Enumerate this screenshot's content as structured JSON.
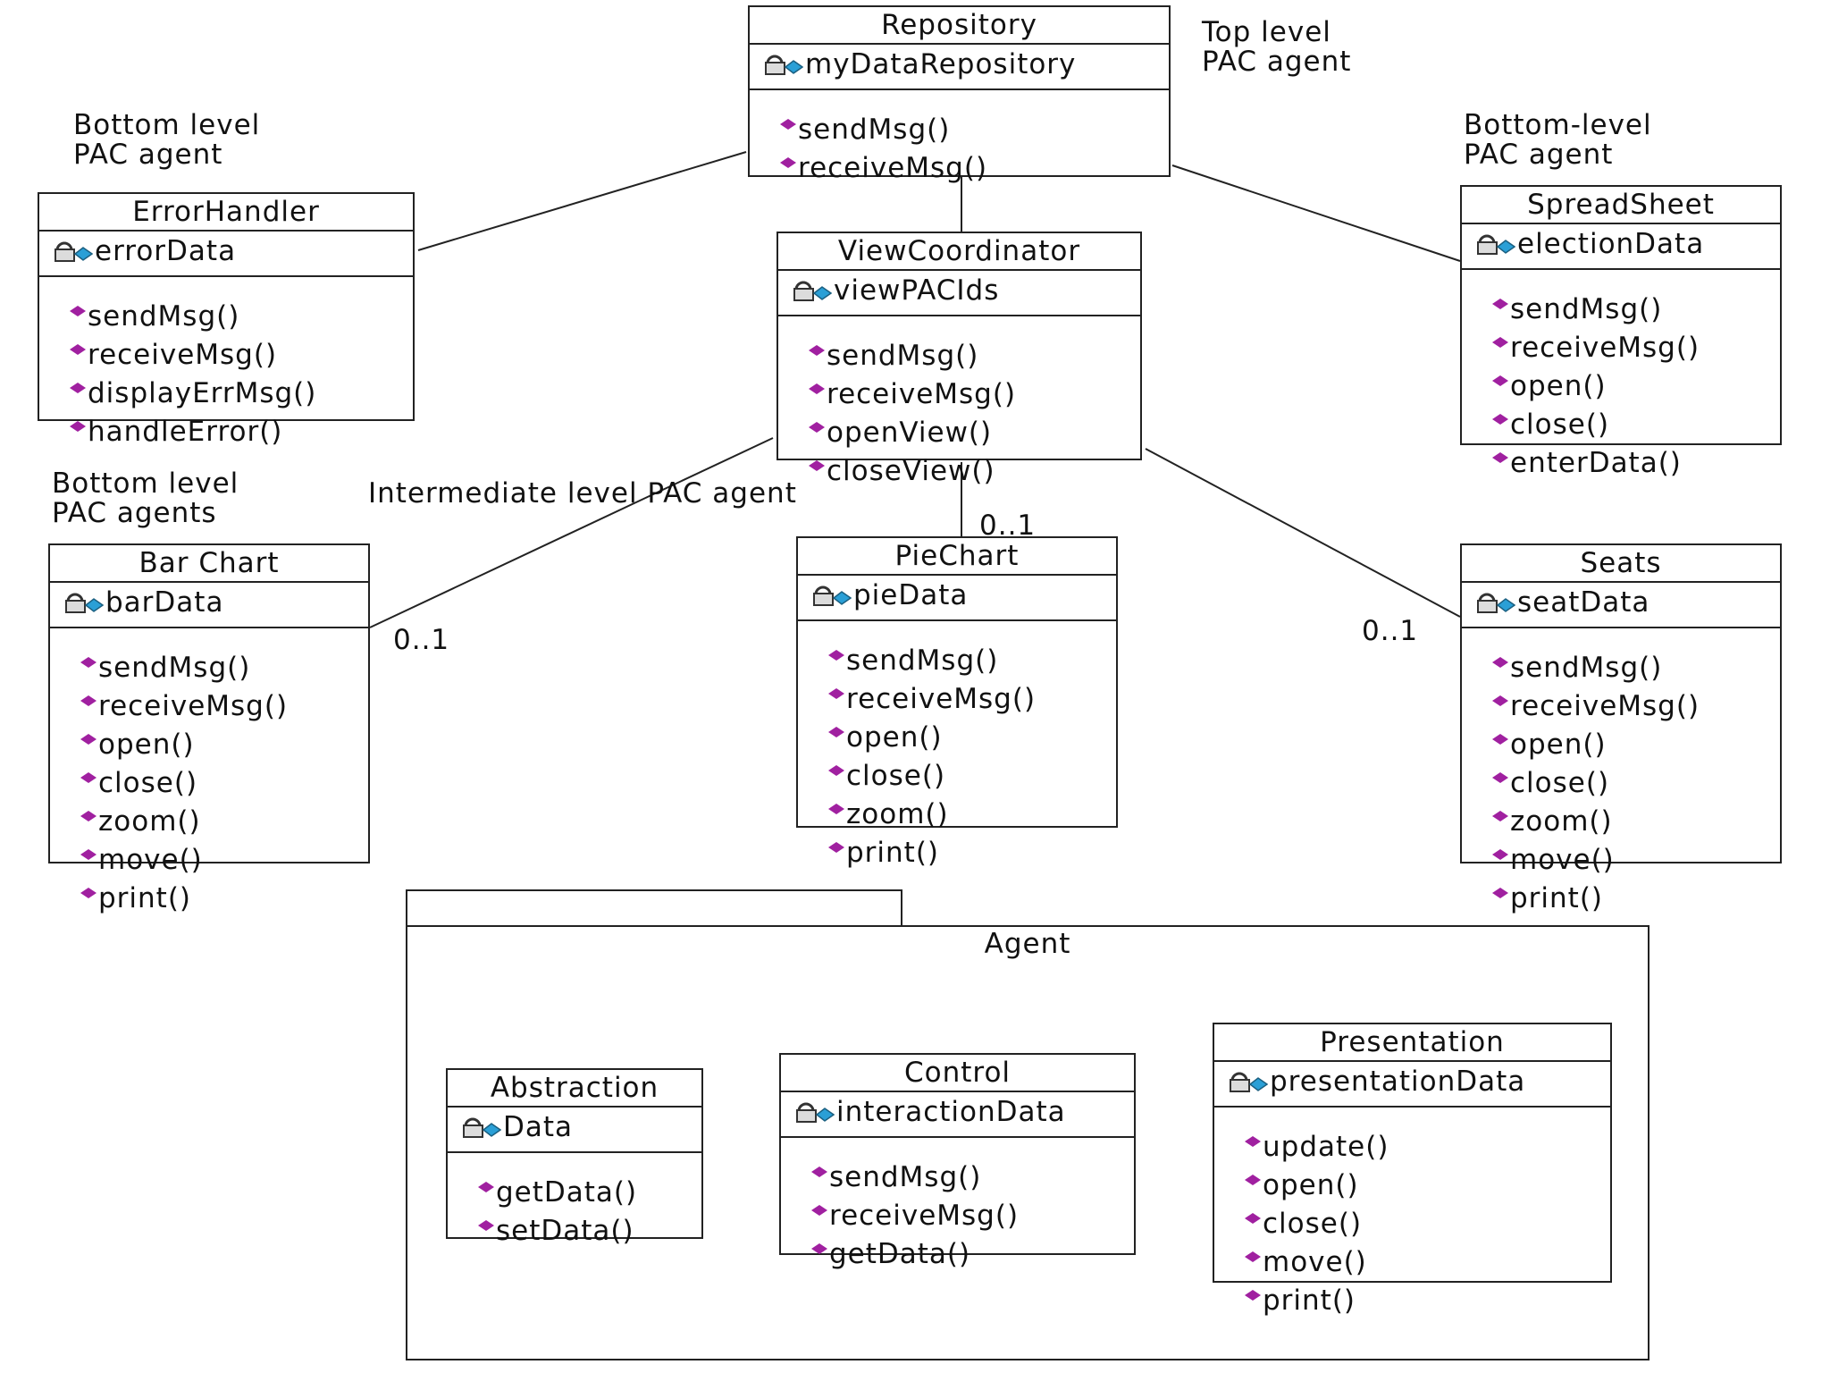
{
  "colors": {
    "operation_diamond": "#a020a0",
    "attribute_icon": "#2a9fd6",
    "line": "#222222"
  },
  "labels": {
    "top_level": "Top level\nPAC agent",
    "bottom_left_top": "Bottom level\nPAC agent",
    "bottom_right_top": "Bottom-level\nPAC agent",
    "bottom_left_mid": "Bottom level\nPAC agents",
    "intermediate": "Intermediate level PAC agent",
    "mult_piechart": "0..1",
    "mult_barchart": "0..1",
    "mult_seats": "0..1"
  },
  "classes": {
    "repository": {
      "name": "Repository",
      "attributes": [
        "myDataRepository"
      ],
      "operations": [
        "sendMsg()",
        "receiveMsg()"
      ]
    },
    "errorhandler": {
      "name": "ErrorHandler",
      "attributes": [
        "errorData"
      ],
      "operations": [
        "sendMsg()",
        "receiveMsg()",
        "displayErrMsg()",
        "handleError()"
      ]
    },
    "viewcoordinator": {
      "name": "ViewCoordinator",
      "attributes": [
        "viewPACIds"
      ],
      "operations": [
        "sendMsg()",
        "receiveMsg()",
        "openView()",
        "closeView()"
      ]
    },
    "spreadsheet": {
      "name": "SpreadSheet",
      "attributes": [
        "electionData"
      ],
      "operations": [
        "sendMsg()",
        "receiveMsg()",
        "open()",
        "close()",
        "enterData()"
      ]
    },
    "barchart": {
      "name": "Bar Chart",
      "attributes": [
        "barData"
      ],
      "operations": [
        "sendMsg()",
        "receiveMsg()",
        "open()",
        "close()",
        "zoom()",
        "move()",
        "print()"
      ]
    },
    "piechart": {
      "name": "PieChart",
      "attributes": [
        "pieData"
      ],
      "operations": [
        "sendMsg()",
        "receiveMsg()",
        "open()",
        "close()",
        "zoom()",
        "print()"
      ]
    },
    "seats": {
      "name": "Seats",
      "attributes": [
        "seatData"
      ],
      "operations": [
        "sendMsg()",
        "receiveMsg()",
        "open()",
        "close()",
        "zoom()",
        "move()",
        "print()"
      ]
    },
    "abstraction": {
      "name": "Abstraction",
      "attributes": [
        "Data"
      ],
      "operations": [
        "getData()",
        "setData()"
      ]
    },
    "control": {
      "name": "Control",
      "attributes": [
        "interactionData"
      ],
      "operations": [
        "sendMsg()",
        "receiveMsg()",
        "getData()"
      ]
    },
    "presentation": {
      "name": "Presentation",
      "attributes": [
        "presentationData"
      ],
      "operations": [
        "update()",
        "open()",
        "close()",
        "move()",
        "print()"
      ]
    }
  },
  "package": {
    "name": "Agent"
  }
}
